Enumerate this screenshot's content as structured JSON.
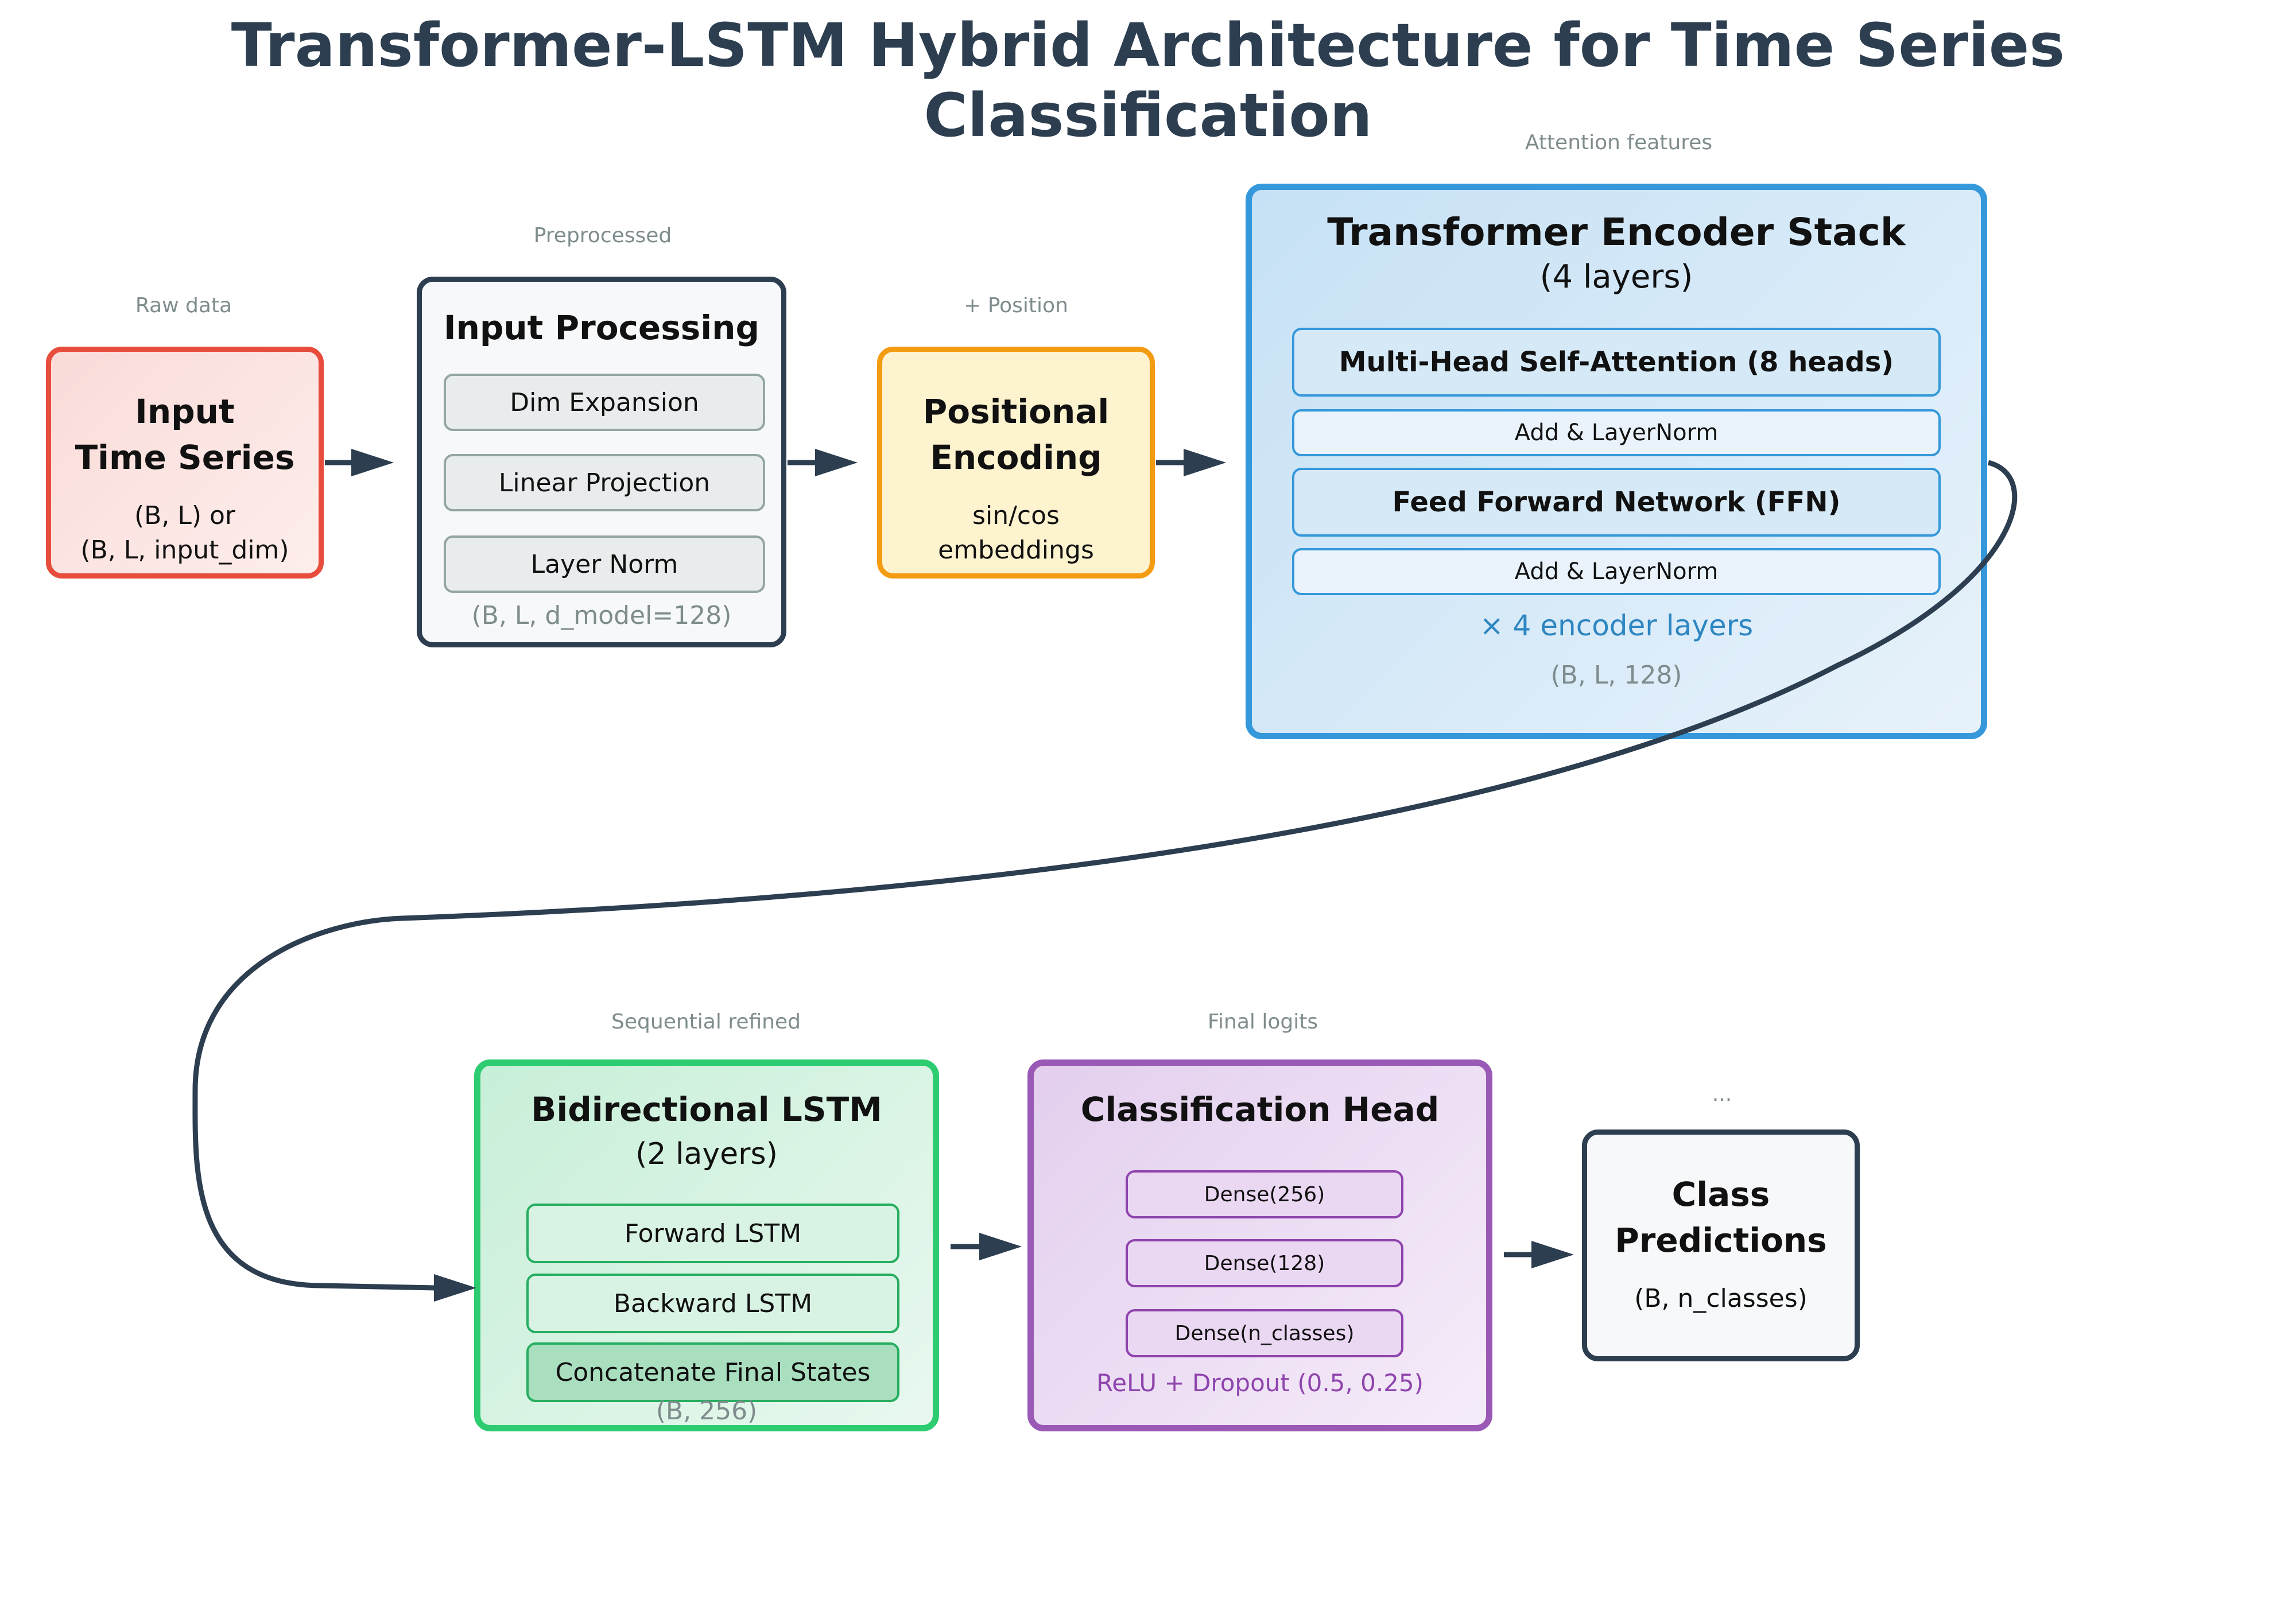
{
  "title": "Transformer-LSTM Hybrid Architecture for Time Series Classification",
  "labels": {
    "raw": "Raw data",
    "preprocessed": "Preprocessed",
    "position": "+ Position",
    "attention": "Attention features",
    "sequential": "Sequential refined",
    "final": "Final logits",
    "ellipsis": "..."
  },
  "input_box": {
    "title_line1": "Input",
    "title_line2": "Time Series",
    "shape_line1": "(B, L) or",
    "shape_line2": "(B, L, input_dim)"
  },
  "processing": {
    "title": "Input Processing",
    "items": [
      "Dim Expansion",
      "Linear Projection",
      "Layer Norm"
    ],
    "shape": "(B, L, d_model=128)"
  },
  "positional": {
    "title_line1": "Positional",
    "title_line2": "Encoding",
    "sub_line1": "sin/cos",
    "sub_line2": "embeddings"
  },
  "transformer": {
    "title": "Transformer Encoder Stack",
    "subtitle": "(4 layers)",
    "items": [
      "Multi-Head Self-Attention (8 heads)",
      "Add & LayerNorm",
      "Feed Forward Network (FFN)",
      "Add & LayerNorm"
    ],
    "repeat": "× 4 encoder layers",
    "shape": "(B, L, 128)"
  },
  "lstm": {
    "title": "Bidirectional LSTM",
    "subtitle": "(2 layers)",
    "items": [
      "Forward LSTM",
      "Backward LSTM",
      "Concatenate Final States"
    ],
    "shape": "(B, 256)"
  },
  "classifier": {
    "title": "Classification Head",
    "items": [
      "Dense(256)",
      "Dense(128)",
      "Dense(n_classes)"
    ],
    "note": "ReLU + Dropout (0.5, 0.25)"
  },
  "output": {
    "title_line1": "Class",
    "title_line2": "Predictions",
    "shape": "(B, n_classes)"
  },
  "colors": {
    "title": "#2c3e50",
    "input": "#e74c3c",
    "processing": "#2c3e50",
    "positional": "#f39c12",
    "transformer": "#3498db",
    "lstm": "#2ecc71",
    "classifier": "#9b59b6",
    "output": "#2c3e50",
    "arrow": "#2c3e50"
  }
}
